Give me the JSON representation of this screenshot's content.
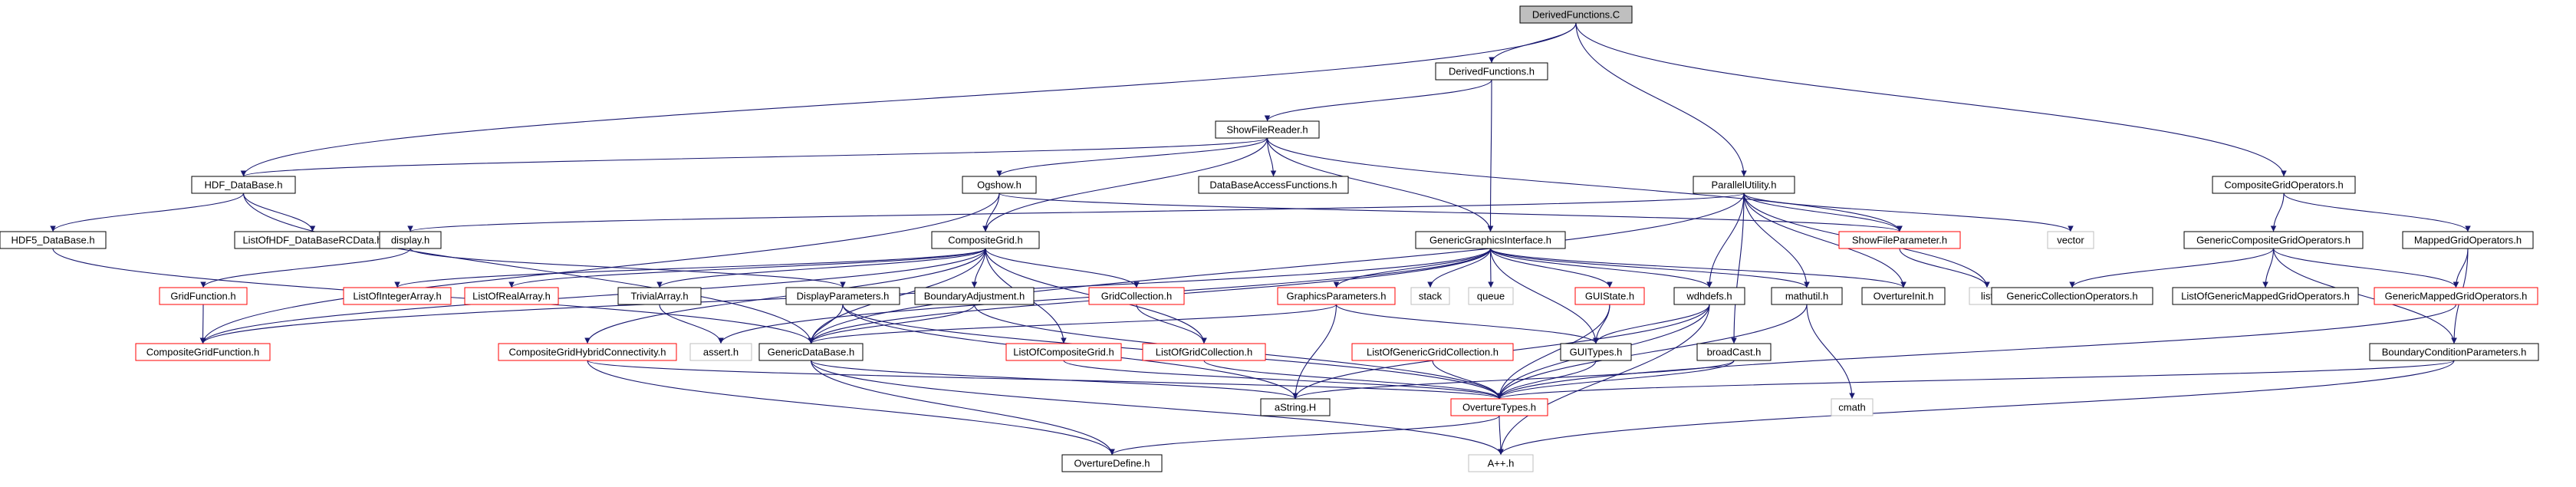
{
  "colors": {
    "edge": "#191970",
    "border_default": "#000000",
    "border_red": "#ff0000",
    "border_grey": "#bfbfbf",
    "root_fill": "#bfbfbf",
    "node_fill": "#ffffff"
  },
  "nodes": [
    {
      "id": "DerivedFunctions_C",
      "label": "DerivedFunctions.C",
      "kind": "root"
    },
    {
      "id": "DerivedFunctions_h",
      "label": "DerivedFunctions.h",
      "kind": "normal"
    },
    {
      "id": "ShowFileReader_h",
      "label": "ShowFileReader.h",
      "kind": "normal"
    },
    {
      "id": "HDF_DataBase_h",
      "label": "HDF_DataBase.h",
      "kind": "normal"
    },
    {
      "id": "Ogshow_h",
      "label": "Ogshow.h",
      "kind": "normal"
    },
    {
      "id": "DataBaseAccessFunctions_h",
      "label": "DataBaseAccessFunctions.h",
      "kind": "normal"
    },
    {
      "id": "ParallelUtility_h",
      "label": "ParallelUtility.h",
      "kind": "normal"
    },
    {
      "id": "CompositeGridOperators_h",
      "label": "CompositeGridOperators.h",
      "kind": "normal"
    },
    {
      "id": "HDF5_DataBase_h",
      "label": "HDF5_DataBase.h",
      "kind": "normal"
    },
    {
      "id": "ListOfHDF_DataBaseRCData_h",
      "label": "ListOfHDF_DataBaseRCData.h",
      "kind": "normal"
    },
    {
      "id": "display_h",
      "label": "display.h",
      "kind": "normal"
    },
    {
      "id": "CompositeGrid_h",
      "label": "CompositeGrid.h",
      "kind": "normal"
    },
    {
      "id": "GenericGraphicsInterface_h",
      "label": "GenericGraphicsInterface.h",
      "kind": "normal"
    },
    {
      "id": "ShowFileParameter_h",
      "label": "ShowFileParameter.h",
      "kind": "red"
    },
    {
      "id": "vector",
      "label": "vector",
      "kind": "grey"
    },
    {
      "id": "GenericCompositeGridOperators_h",
      "label": "GenericCompositeGridOperators.h",
      "kind": "normal"
    },
    {
      "id": "MappedGridOperators_h",
      "label": "MappedGridOperators.h",
      "kind": "normal"
    },
    {
      "id": "GridFunction_h",
      "label": "GridFunction.h",
      "kind": "red"
    },
    {
      "id": "ListOfIntegerArray_h",
      "label": "ListOfIntegerArray.h",
      "kind": "red"
    },
    {
      "id": "ListOfRealArray_h",
      "label": "ListOfRealArray.h",
      "kind": "red"
    },
    {
      "id": "TrivialArray_h",
      "label": "TrivialArray.h",
      "kind": "normal"
    },
    {
      "id": "DisplayParameters_h",
      "label": "DisplayParameters.h",
      "kind": "normal"
    },
    {
      "id": "BoundaryAdjustment_h",
      "label": "BoundaryAdjustment.h",
      "kind": "normal"
    },
    {
      "id": "GridCollection_h",
      "label": "GridCollection.h",
      "kind": "red"
    },
    {
      "id": "GraphicsParameters_h",
      "label": "GraphicsParameters.h",
      "kind": "red"
    },
    {
      "id": "stack",
      "label": "stack",
      "kind": "grey"
    },
    {
      "id": "queue",
      "label": "queue",
      "kind": "grey"
    },
    {
      "id": "GUIState_h",
      "label": "GUIState.h",
      "kind": "red"
    },
    {
      "id": "wdhdefs_h",
      "label": "wdhdefs.h",
      "kind": "normal"
    },
    {
      "id": "mathutil_h",
      "label": "mathutil.h",
      "kind": "normal"
    },
    {
      "id": "OvertureInit_h",
      "label": "OvertureInit.h",
      "kind": "normal"
    },
    {
      "id": "list",
      "label": "list",
      "kind": "grey"
    },
    {
      "id": "GenericCollectionOperators_h",
      "label": "GenericCollectionOperators.h",
      "kind": "normal"
    },
    {
      "id": "ListOfGenericMappedGridOperators_h",
      "label": "ListOfGenericMappedGridOperators.h",
      "kind": "normal"
    },
    {
      "id": "GenericMappedGridOperators_h",
      "label": "GenericMappedGridOperators.h",
      "kind": "red"
    },
    {
      "id": "CompositeGridFunction_h",
      "label": "CompositeGridFunction.h",
      "kind": "red"
    },
    {
      "id": "assert_h",
      "label": "assert.h",
      "kind": "grey"
    },
    {
      "id": "GenericDataBase_h",
      "label": "GenericDataBase.h",
      "kind": "normal"
    },
    {
      "id": "CompositeGridHybridConnectivity_h",
      "label": "CompositeGridHybridConnectivity.h",
      "kind": "red"
    },
    {
      "id": "ListOfCompositeGrid_h",
      "label": "ListOfCompositeGrid.h",
      "kind": "red"
    },
    {
      "id": "ListOfGridCollection_h",
      "label": "ListOfGridCollection.h",
      "kind": "red"
    },
    {
      "id": "ListOfGenericGridCollection_h",
      "label": "ListOfGenericGridCollection.h",
      "kind": "red"
    },
    {
      "id": "GUITypes_h",
      "label": "GUITypes.h",
      "kind": "normal"
    },
    {
      "id": "broadCast_h",
      "label": "broadCast.h",
      "kind": "normal"
    },
    {
      "id": "cmath",
      "label": "cmath",
      "kind": "grey"
    },
    {
      "id": "BoundaryConditionParameters_h",
      "label": "BoundaryConditionParameters.h",
      "kind": "normal"
    },
    {
      "id": "aString_H",
      "label": "aString.H",
      "kind": "normal"
    },
    {
      "id": "OvertureTypes_h",
      "label": "OvertureTypes.h",
      "kind": "red"
    },
    {
      "id": "OvertureDefine_h",
      "label": "OvertureDefine.h",
      "kind": "normal"
    },
    {
      "id": "App_h",
      "label": "A++.h",
      "kind": "grey"
    }
  ],
  "edges": [
    [
      "DerivedFunctions_C",
      "DerivedFunctions_h"
    ],
    [
      "DerivedFunctions_C",
      "HDF_DataBase_h"
    ],
    [
      "DerivedFunctions_C",
      "ParallelUtility_h"
    ],
    [
      "DerivedFunctions_C",
      "CompositeGridOperators_h"
    ],
    [
      "DerivedFunctions_h",
      "ShowFileReader_h"
    ],
    [
      "DerivedFunctions_h",
      "GenericGraphicsInterface_h"
    ],
    [
      "ShowFileReader_h",
      "HDF_DataBase_h"
    ],
    [
      "ShowFileReader_h",
      "Ogshow_h"
    ],
    [
      "ShowFileReader_h",
      "DataBaseAccessFunctions_h"
    ],
    [
      "ShowFileReader_h",
      "CompositeGrid_h"
    ],
    [
      "ShowFileReader_h",
      "GenericGraphicsInterface_h"
    ],
    [
      "ShowFileReader_h",
      "ShowFileParameter_h"
    ],
    [
      "HDF_DataBase_h",
      "HDF5_DataBase_h"
    ],
    [
      "HDF_DataBase_h",
      "ListOfHDF_DataBaseRCData_h"
    ],
    [
      "HDF_DataBase_h",
      "GenericDataBase_h"
    ],
    [
      "HDF5_DataBase_h",
      "GenericDataBase_h"
    ],
    [
      "Ogshow_h",
      "CompositeGrid_h"
    ],
    [
      "Ogshow_h",
      "CompositeGridFunction_h"
    ],
    [
      "Ogshow_h",
      "ShowFileParameter_h"
    ],
    [
      "ParallelUtility_h",
      "display_h"
    ],
    [
      "ParallelUtility_h",
      "GenericDataBase_h"
    ],
    [
      "ParallelUtility_h",
      "ShowFileParameter_h"
    ],
    [
      "ParallelUtility_h",
      "list"
    ],
    [
      "ParallelUtility_h",
      "vector"
    ],
    [
      "ParallelUtility_h",
      "wdhdefs_h"
    ],
    [
      "ParallelUtility_h",
      "mathutil_h"
    ],
    [
      "ParallelUtility_h",
      "OvertureInit_h"
    ],
    [
      "ParallelUtility_h",
      "broadCast_h"
    ],
    [
      "CompositeGridOperators_h",
      "GenericCompositeGridOperators_h"
    ],
    [
      "CompositeGridOperators_h",
      "MappedGridOperators_h"
    ],
    [
      "display_h",
      "GridFunction_h"
    ],
    [
      "display_h",
      "DisplayParameters_h"
    ],
    [
      "CompositeGrid_h",
      "ListOfIntegerArray_h"
    ],
    [
      "CompositeGrid_h",
      "ListOfRealArray_h"
    ],
    [
      "CompositeGrid_h",
      "TrivialArray_h"
    ],
    [
      "CompositeGrid_h",
      "BoundaryAdjustment_h"
    ],
    [
      "CompositeGrid_h",
      "GridCollection_h"
    ],
    [
      "CompositeGrid_h",
      "CompositeGridHybridConnectivity_h"
    ],
    [
      "CompositeGrid_h",
      "ListOfCompositeGrid_h"
    ],
    [
      "CompositeGrid_h",
      "ListOfGridCollection_h"
    ],
    [
      "CompositeGrid_h",
      "GenericDataBase_h"
    ],
    [
      "CompositeGrid_h",
      "CompositeGridFunction_h"
    ],
    [
      "GenericGraphicsInterface_h",
      "GraphicsParameters_h"
    ],
    [
      "GenericGraphicsInterface_h",
      "stack"
    ],
    [
      "GenericGraphicsInterface_h",
      "queue"
    ],
    [
      "GenericGraphicsInterface_h",
      "GUIState_h"
    ],
    [
      "GenericGraphicsInterface_h",
      "wdhdefs_h"
    ],
    [
      "GenericGraphicsInterface_h",
      "mathutil_h"
    ],
    [
      "GenericGraphicsInterface_h",
      "OvertureInit_h"
    ],
    [
      "GenericGraphicsInterface_h",
      "GUITypes_h"
    ],
    [
      "GenericGraphicsInterface_h",
      "assert_h"
    ],
    [
      "GenericGraphicsInterface_h",
      "GenericDataBase_h"
    ],
    [
      "GenericGraphicsInterface_h",
      "CompositeGridFunction_h"
    ],
    [
      "ShowFileParameter_h",
      "list"
    ],
    [
      "GenericCompositeGridOperators_h",
      "GenericCollectionOperators_h"
    ],
    [
      "GenericCompositeGridOperators_h",
      "ListOfGenericMappedGridOperators_h"
    ],
    [
      "GenericCompositeGridOperators_h",
      "GenericMappedGridOperators_h"
    ],
    [
      "GenericCompositeGridOperators_h",
      "BoundaryConditionParameters_h"
    ],
    [
      "MappedGridOperators_h",
      "GenericMappedGridOperators_h"
    ],
    [
      "MappedGridOperators_h",
      "BoundaryConditionParameters_h"
    ],
    [
      "GridFunction_h",
      "CompositeGridFunction_h"
    ],
    [
      "TrivialArray_h",
      "assert_h"
    ],
    [
      "DisplayParameters_h",
      "GenericDataBase_h"
    ],
    [
      "DisplayParameters_h",
      "aString_H"
    ],
    [
      "DisplayParameters_h",
      "OvertureTypes_h"
    ],
    [
      "BoundaryAdjustment_h",
      "GenericDataBase_h"
    ],
    [
      "BoundaryAdjustment_h",
      "OvertureTypes_h"
    ],
    [
      "GridCollection_h",
      "ListOfGridCollection_h"
    ],
    [
      "GraphicsParameters_h",
      "GenericDataBase_h"
    ],
    [
      "GraphicsParameters_h",
      "GUITypes_h"
    ],
    [
      "GraphicsParameters_h",
      "aString_H"
    ],
    [
      "GUIState_h",
      "GUITypes_h"
    ],
    [
      "GUIState_h",
      "OvertureTypes_h"
    ],
    [
      "wdhdefs_h",
      "GUITypes_h"
    ],
    [
      "wdhdefs_h",
      "aString_H"
    ],
    [
      "wdhdefs_h",
      "OvertureTypes_h"
    ],
    [
      "wdhdefs_h",
      "App_h"
    ],
    [
      "mathutil_h",
      "cmath"
    ],
    [
      "mathutil_h",
      "OvertureTypes_h"
    ],
    [
      "GenericMappedGridOperators_h",
      "OvertureTypes_h"
    ],
    [
      "GenericDataBase_h",
      "aString_H"
    ],
    [
      "GenericDataBase_h",
      "OvertureDefine_h"
    ],
    [
      "GenericDataBase_h",
      "App_h"
    ],
    [
      "CompositeGridHybridConnectivity_h",
      "OvertureTypes_h"
    ],
    [
      "CompositeGridHybridConnectivity_h",
      "OvertureDefine_h"
    ],
    [
      "ListOfCompositeGrid_h",
      "OvertureTypes_h"
    ],
    [
      "ListOfGridCollection_h",
      "OvertureTypes_h"
    ],
    [
      "ListOfGenericGridCollection_h",
      "OvertureTypes_h"
    ],
    [
      "GUITypes_h",
      "OvertureTypes_h"
    ],
    [
      "broadCast_h",
      "OvertureTypes_h"
    ],
    [
      "broadCast_h",
      "aString_H"
    ],
    [
      "BoundaryConditionParameters_h",
      "OvertureTypes_h"
    ],
    [
      "BoundaryConditionParameters_h",
      "App_h"
    ],
    [
      "OvertureTypes_h",
      "OvertureDefine_h"
    ],
    [
      "OvertureTypes_h",
      "App_h"
    ]
  ]
}
